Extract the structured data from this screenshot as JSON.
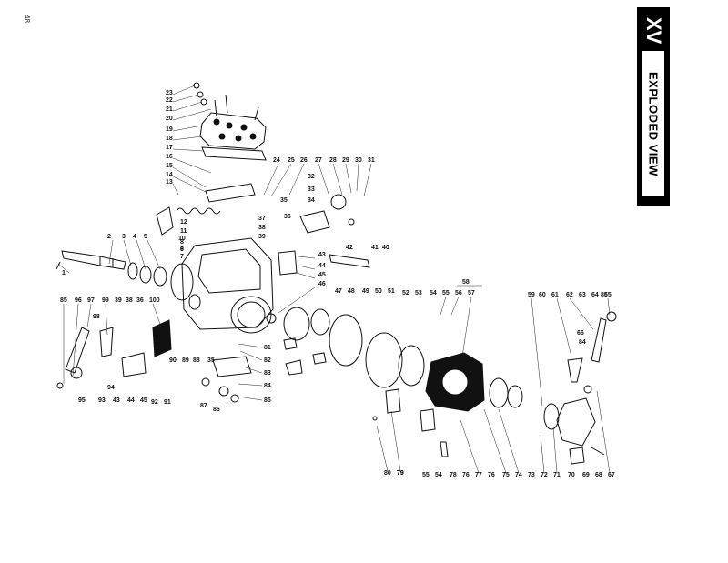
{
  "page_number": "48",
  "section": {
    "roman": "XV",
    "title": "EXPLODED VIEW"
  },
  "callouts": [
    "1",
    "2",
    "3",
    "4",
    "5",
    "6",
    "7",
    "8",
    "9",
    "10",
    "11",
    "12",
    "13",
    "14",
    "15",
    "16",
    "17",
    "18",
    "19",
    "20",
    "21",
    "22",
    "23",
    "24",
    "25",
    "26",
    "27",
    "28",
    "29",
    "30",
    "31",
    "32",
    "33",
    "34",
    "35",
    "36",
    "37",
    "38",
    "39",
    "40",
    "41",
    "42",
    "43",
    "44",
    "45",
    "46",
    "47",
    "48",
    "49",
    "50",
    "51",
    "52",
    "53",
    "54",
    "55",
    "56",
    "57",
    "58",
    "59",
    "60",
    "61",
    "62",
    "63",
    "64",
    "65",
    "66",
    "67",
    "68",
    "69",
    "70",
    "71",
    "72",
    "73",
    "74",
    "75",
    "76",
    "77",
    "78",
    "79",
    "80",
    "81",
    "82",
    "83",
    "84",
    "85",
    "86",
    "87",
    "88",
    "89",
    "90",
    "91",
    "92",
    "93",
    "94",
    "95",
    "96",
    "97",
    "98",
    "99",
    "100"
  ]
}
